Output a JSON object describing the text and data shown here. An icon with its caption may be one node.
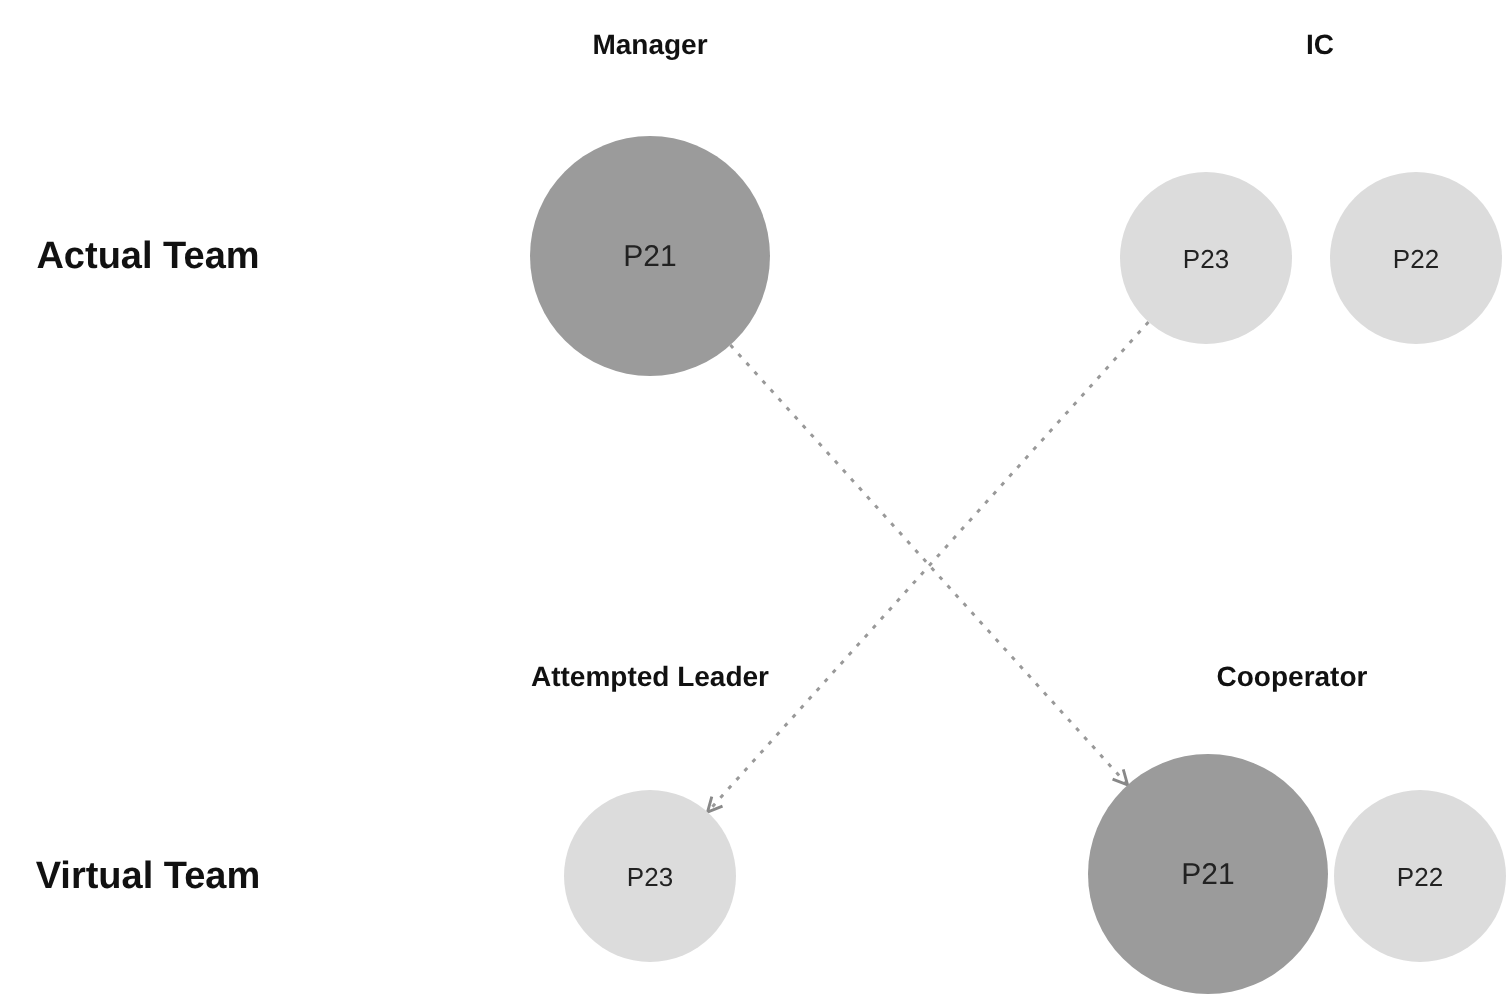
{
  "diagram": {
    "nodes": [
      {
        "text": [
          "P21"
        ]
      },
      {
        "text": [
          "P23"
        ]
      },
      {
        "text": [
          "P22"
        ]
      },
      {
        "text": [
          "P23"
        ]
      },
      {
        "text": [
          "P21"
        ]
      },
      {
        "text": [
          "P22"
        ]
      }
    ],
    "edges": [
      {
        "from": 0,
        "to": 4,
        "arrow": "to",
        "style": "dashed"
      },
      {
        "from": 1,
        "to": 3,
        "arrow": "to",
        "style": "dashed"
      }
    ],
    "labels": [
      "Manager",
      "IC",
      "Actual Team",
      "Attempted Leader",
      "Cooperator",
      "Virtual Team"
    ]
  }
}
